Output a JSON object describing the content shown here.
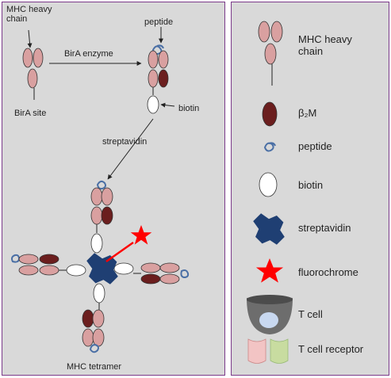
{
  "diagram": {
    "labels": {
      "mhc_heavy_chain": "MHC heavy chain",
      "birA_site": "BirA site",
      "birA_enzyme": "BirA enzyme",
      "peptide": "peptide",
      "biotin": "biotin",
      "streptavidin": "streptavidin",
      "mhc_tetramer": "MHC tetramer"
    }
  },
  "legend": {
    "items": [
      {
        "icon": "mhc-heavy-chain",
        "label": "MHC heavy chain"
      },
      {
        "icon": "beta2-microglobulin",
        "label": "β₂M"
      },
      {
        "icon": "peptide",
        "label": "peptide"
      },
      {
        "icon": "biotin",
        "label": "biotin"
      },
      {
        "icon": "streptavidin",
        "label": "streptavidin"
      },
      {
        "icon": "fluorochrome",
        "label": "fluorochrome"
      },
      {
        "icon": "t-cell",
        "label": "T cell"
      },
      {
        "icon": "t-cell-receptor",
        "label": "T cell receptor"
      }
    ]
  },
  "colors": {
    "heavy_chain": "#d9a0a0",
    "beta2m": "#6b1e1e",
    "peptide": "#4a6fa5",
    "streptavidin": "#1f3f73",
    "fluorochrome": "#ff0000",
    "t_cell": "#6d6d6d",
    "tcr_pink": "#f2c4c4",
    "tcr_green": "#c8dca0",
    "panel_border": "#7b3a8a",
    "panel_fill": "#d9d9d9"
  }
}
